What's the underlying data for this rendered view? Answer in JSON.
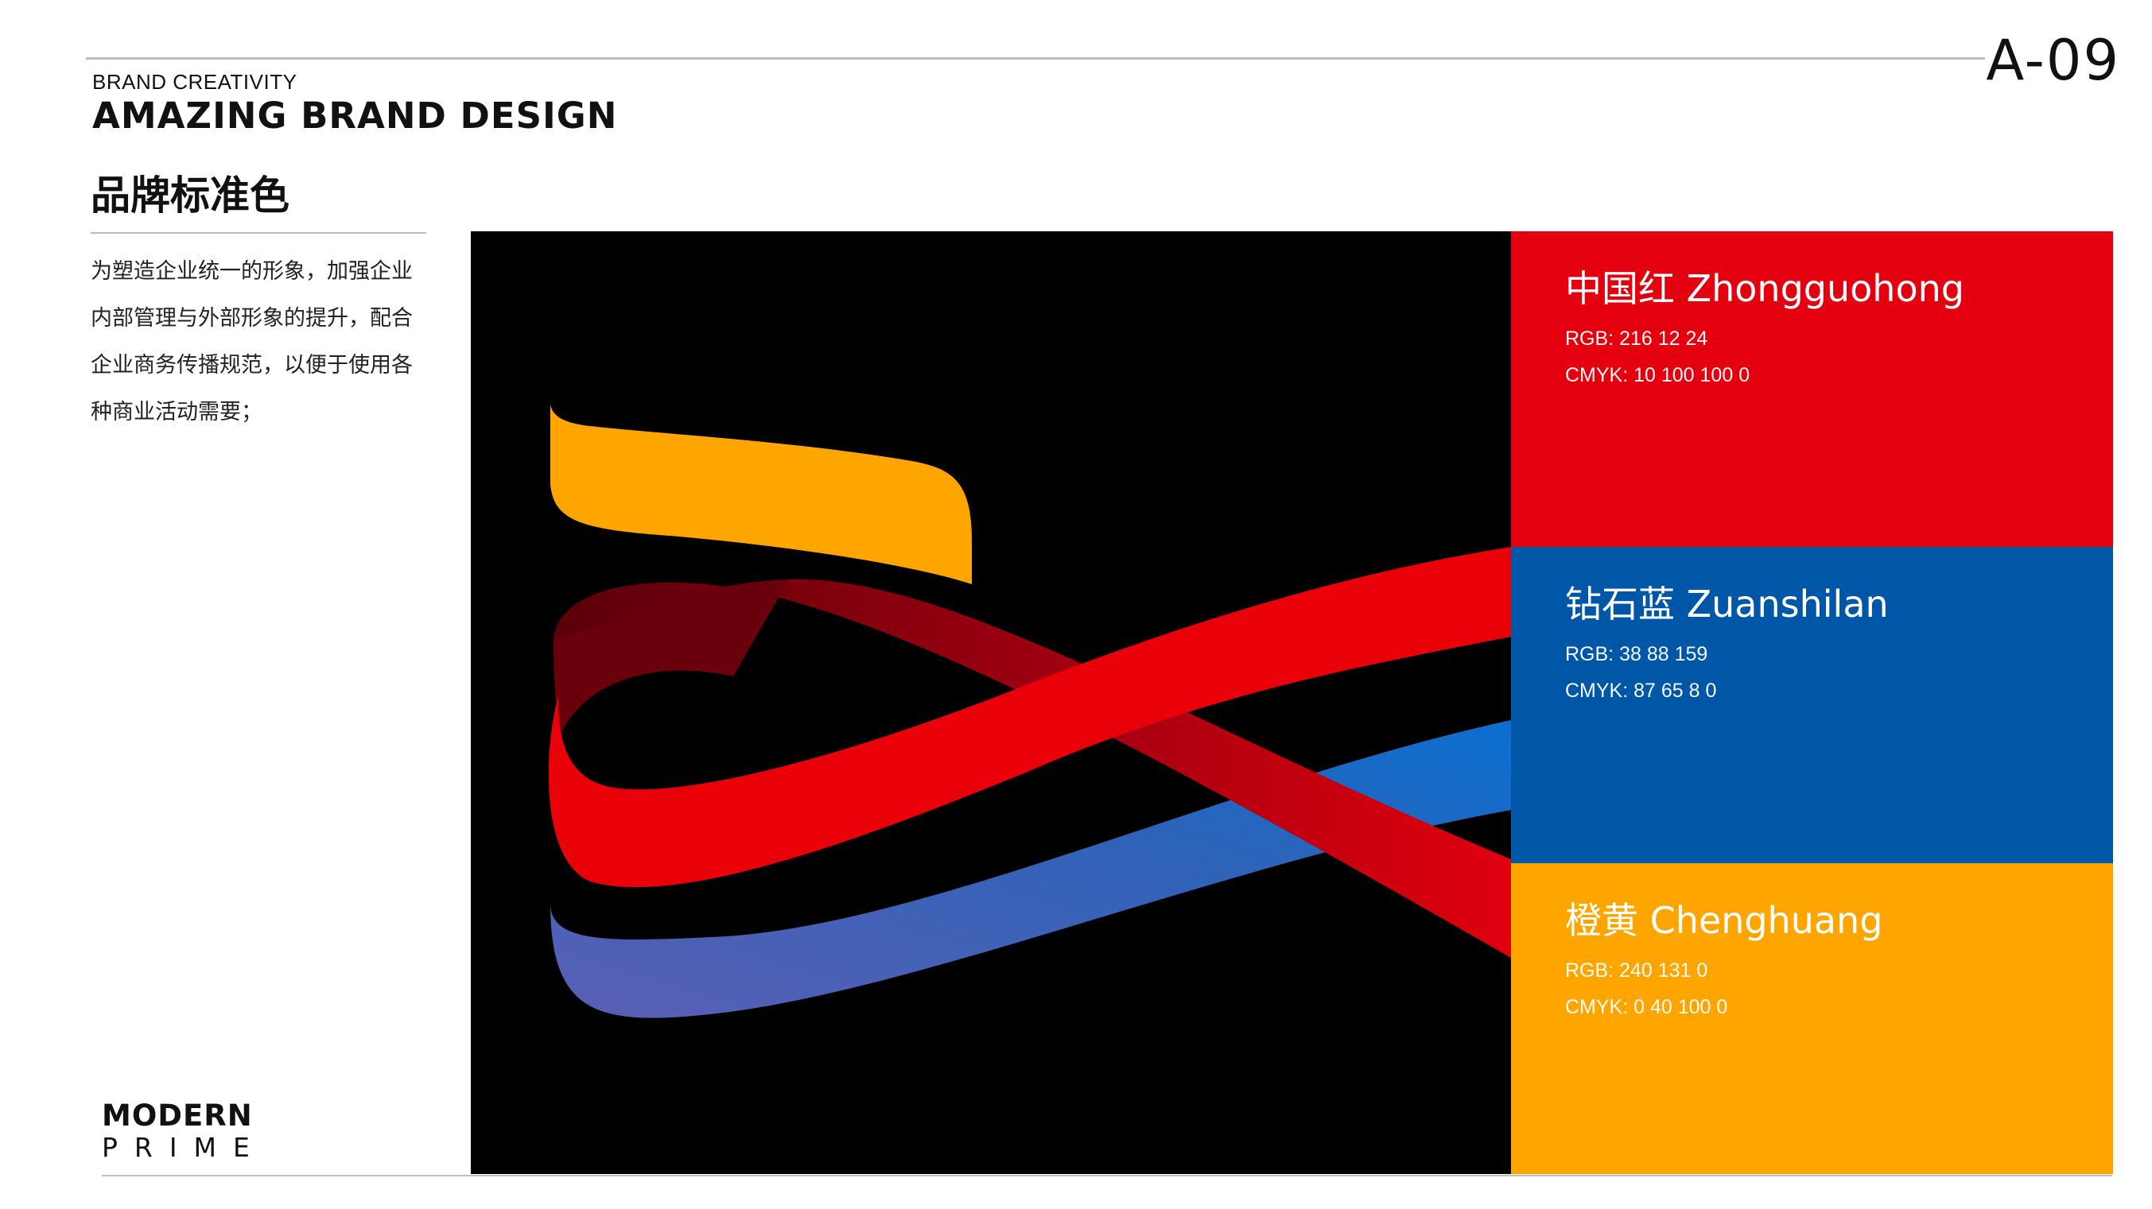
{
  "header": {
    "subtitle": "BRAND CREATIVITY",
    "title": "AMAZING BRAND DESIGN",
    "page_number": "A-09"
  },
  "section": {
    "heading": "品牌标准色",
    "description_lines": [
      "为塑造企业统一的形象，加强企业",
      "内部管理与外部形象的提升，配合",
      "企业商务传播规范，以便于使用各",
      "种商业活动需要；"
    ]
  },
  "swatches": [
    {
      "name": "中国红 Zhongguohong",
      "rgb": "RGB: 216 12 24",
      "cmyk": "CMYK: 10 100 100 0",
      "color": "#E5000F"
    },
    {
      "name": "钻石蓝 Zuanshilan",
      "rgb": "RGB: 38 88 159",
      "cmyk": "CMYK: 87 65 8 0",
      "color": "#0057A8"
    },
    {
      "name": "橙黄 Chenghuang",
      "rgb": "RGB: 240 131 0",
      "cmyk": "CMYK: 0 40 100 0",
      "color": "#FFA500"
    }
  ],
  "footer": {
    "logo_top": "MODERN",
    "logo_bottom": "PRIME"
  }
}
